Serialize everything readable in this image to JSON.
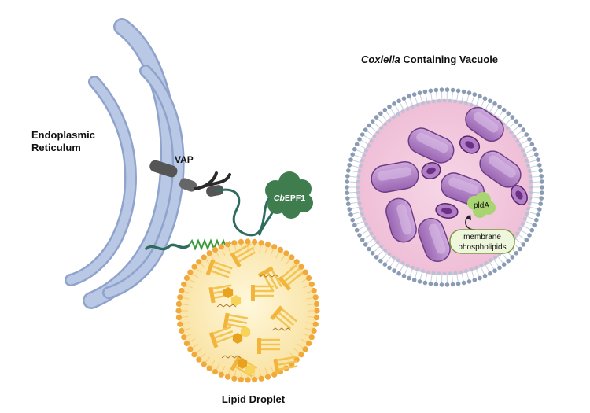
{
  "labels": {
    "er_line1": "Endoplasmic",
    "er_line2": "Reticulum",
    "vap": "VAP",
    "effector_italic": "Cb",
    "effector_rest": "EPF1",
    "lipid_droplet": "Lipid Droplet",
    "vacuole_italic": "Coxiella",
    "vacuole_rest": " Containing Vacuole",
    "plda": "pldA",
    "membrane_line1": "membrane",
    "membrane_line2": "phospholipids"
  },
  "colors": {
    "er_fill": "#b9c8e4",
    "er_stroke": "#8fa3cc",
    "vap": "#555555",
    "effector": "#3f7d4f",
    "protein_strand": "#2f6b5e",
    "helix": "#3a9a3a",
    "droplet_fill": "#fbe9b0",
    "droplet_bead": "#f2a93b",
    "vacuole_fill": "#f2c6dc",
    "vacuole_bead": "#8a9bb3",
    "bacterium": "#b07fc4",
    "bacterium_core": "#6d2f86",
    "plda": "#a8d572",
    "phospholipid_box": "#eef6dc"
  }
}
